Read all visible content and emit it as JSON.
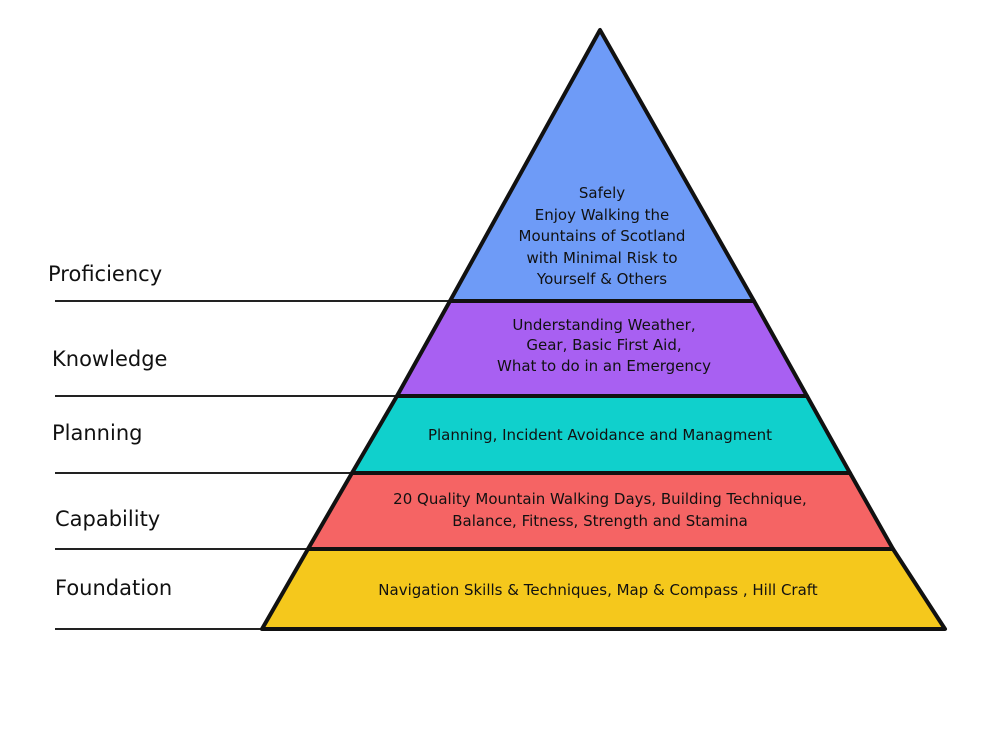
{
  "levels": [
    {
      "label": "Proficiency",
      "color": "#6e9bf7",
      "lines": [
        "Safely",
        "Enjoy Walking the",
        "Mountains  of Scotland",
        "with Minimal Risk to",
        "Yourself & Others"
      ]
    },
    {
      "label": "Knowledge",
      "color": "#a860f2",
      "lines": [
        "Understanding Weather,",
        "Gear, Basic First Aid,",
        "What to do in an Emergency"
      ]
    },
    {
      "label": "Planning",
      "color": "#10d0cc",
      "lines": [
        "Planning, Incident Avoidance and Managment"
      ]
    },
    {
      "label": "Capability",
      "color": "#f56464",
      "lines": [
        "20 Quality Mountain Walking Days,  Building Technique,",
        "Balance, Fitness, Strength and Stamina"
      ]
    },
    {
      "label": "Foundation",
      "color": "#f5c81c",
      "lines": [
        "Navigation Skills & Techniques, Map & Compass , Hill Craft"
      ]
    }
  ]
}
